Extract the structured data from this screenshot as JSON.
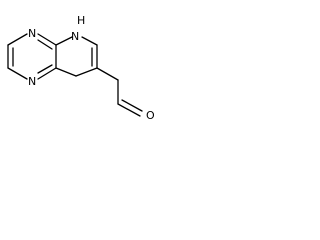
{
  "molecule": {
    "atoms": {
      "n_pyrazine_top": "N",
      "n_pyrazine_bottom": "N",
      "nh_pyrrole": "H",
      "nh_pyrrole_n": "N",
      "o_aldehyde": "O"
    }
  }
}
